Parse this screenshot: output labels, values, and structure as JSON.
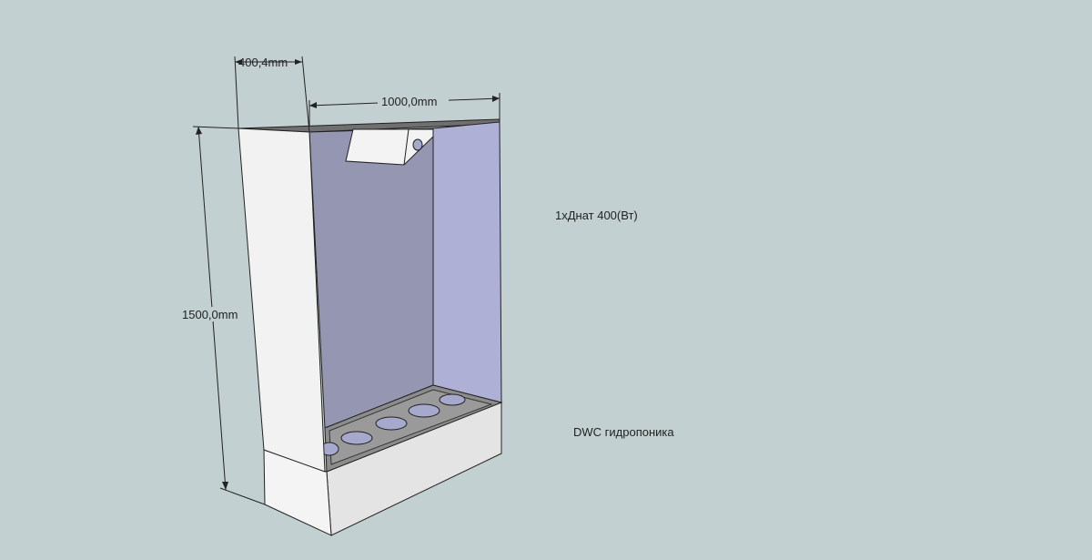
{
  "dimensions": {
    "depth_label": "400,4mm",
    "width_label": "1000,0mm",
    "height_label": "1500,0mm"
  },
  "annotations": {
    "lamp": "1xДнат 400(Вт)",
    "system": "DWC гидропоника"
  },
  "colors": {
    "background": "#c3d0d1",
    "back_wall": "#9496b2",
    "side_wall": "#aeb0d6",
    "front_panel": "#f2f2f2",
    "base": "#e4e4e4",
    "tray": "#8c8c8c",
    "holes": "#a6a8cc",
    "lamp": "#f3f3f3",
    "line": "#222222"
  }
}
